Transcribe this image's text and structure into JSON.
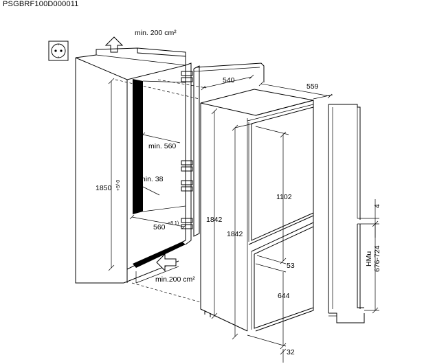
{
  "document_code": "PSGBRF100D000011",
  "labels": {
    "vent_top": "min. 200 cm²",
    "vent_bottom": "min.200 cm²",
    "width_540": "540",
    "depth_559": "559",
    "depth_min_560": "min. 560",
    "niche_height": "1850",
    "niche_height_tol": "+5/-0",
    "min_38": "min. 38",
    "niche_width_main": "560",
    "niche_width_tol": "+8 1)",
    "door_height_upper": "1102",
    "appliance_height_1": "1842",
    "appliance_height_2": "1842",
    "gap_53": "53",
    "door_height_lower": "644",
    "bottom_32": "32",
    "side_4": "4",
    "side_hmu": "HMu",
    "side_hmu_range": "676-724"
  },
  "icons": {
    "socket": "power-socket-icon",
    "arrow_up": "airflow-up-arrow-icon",
    "arrow_in": "airflow-in-arrow-icon"
  }
}
